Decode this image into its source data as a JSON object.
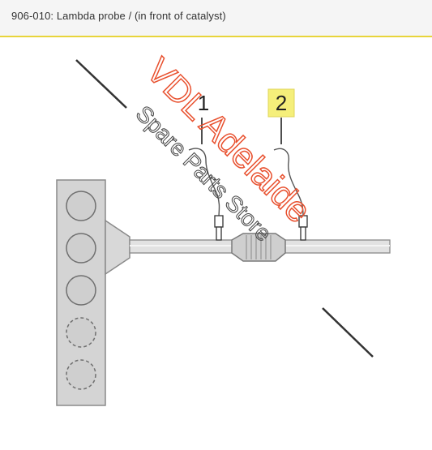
{
  "header": {
    "title": "906-010: Lambda probe / (in front of catalyst)"
  },
  "diagram": {
    "probe_1_label": "1",
    "probe_2_label": "2",
    "highlight_color": "#f5ef7a",
    "engine_cylinders": [
      {
        "style": "solid"
      },
      {
        "style": "solid"
      },
      {
        "style": "solid"
      },
      {
        "style": "dashed"
      },
      {
        "style": "dashed"
      }
    ]
  },
  "watermark": {
    "line1": "VDL Adelaide",
    "line2": "Spare Parts Store",
    "line1_color": "#e8502e",
    "line2_color": "#444444"
  }
}
